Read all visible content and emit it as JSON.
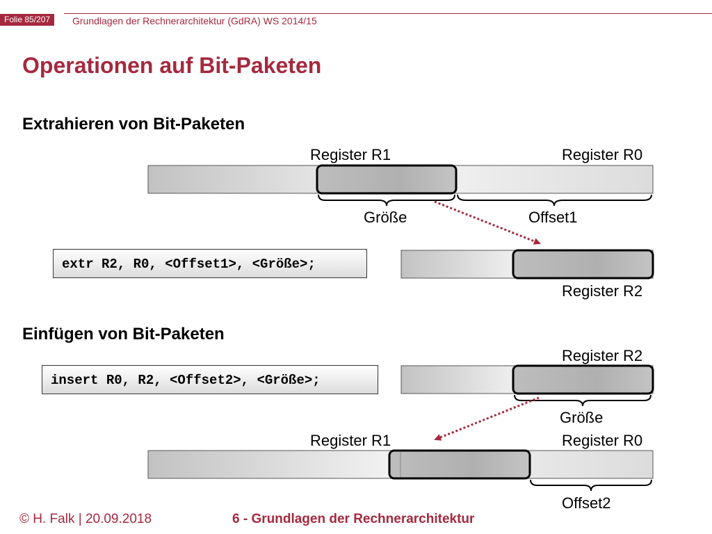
{
  "header": {
    "slide_badge": "Folie 85/207",
    "course": "Grundlagen der Rechnerarchitektur (GdRA) WS 2014/15"
  },
  "title": "Operationen auf Bit-Paketen",
  "extract": {
    "heading": "Extrahieren von Bit-Paketen",
    "register_r1": "Register R1",
    "register_r0": "Register R0",
    "size_label": "Größe",
    "offset_label": "Offset1",
    "code": "extr R2, R0, <Offset1>, <Größe>;",
    "register_r2": "Register R2"
  },
  "insert": {
    "heading": "Einfügen von Bit-Paketen",
    "register_r2": "Register R2",
    "code": "insert R0, R2, <Offset2>, <Größe>;",
    "size_label": "Größe",
    "register_r1": "Register R1",
    "register_r0": "Register R0",
    "offset_label": "Offset2"
  },
  "footer": {
    "author_date": "© H. Falk | 20.09.2018",
    "chapter": "6 - Grundlagen der Rechnerarchitektur"
  },
  "colors": {
    "accent": "#a5293e",
    "arrow": "#a5293e"
  }
}
